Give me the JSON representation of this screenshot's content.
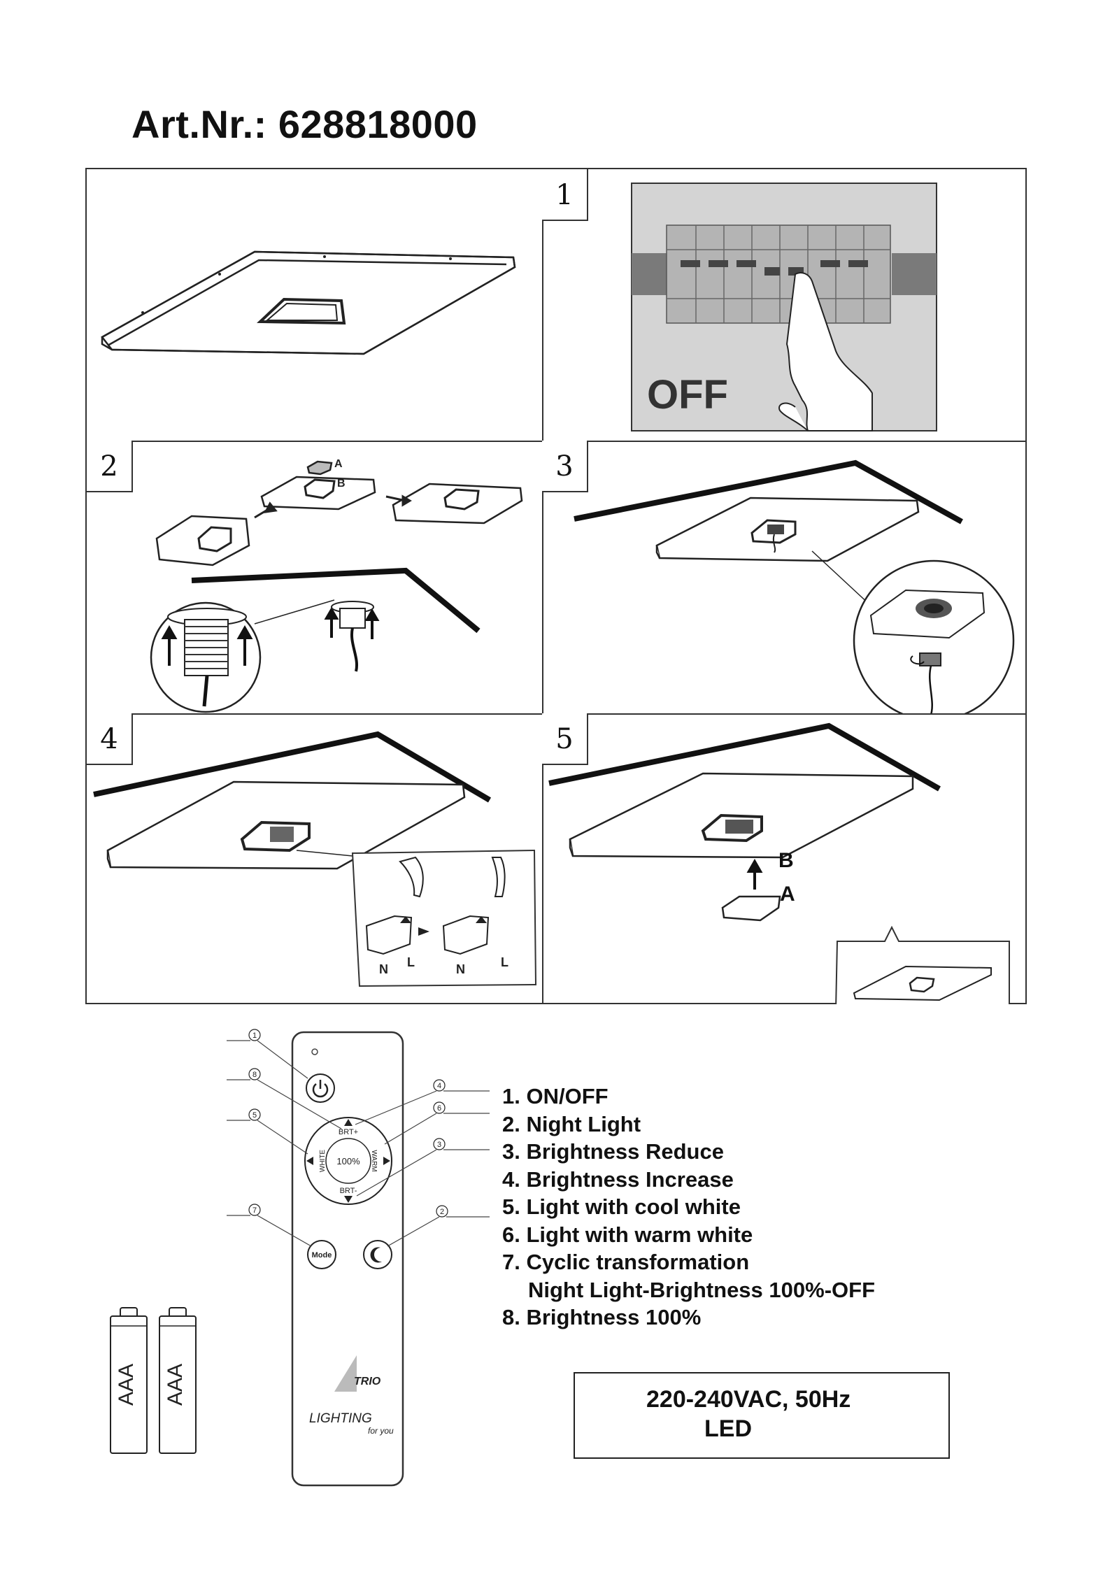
{
  "header": {
    "title": "Art.Nr.: 628818000"
  },
  "steps": [
    {
      "number": "1",
      "label": "OFF"
    },
    {
      "number": "2",
      "callouts": [
        "A",
        "B"
      ]
    },
    {
      "number": "3"
    },
    {
      "number": "4",
      "callouts": [
        "N",
        "L",
        "N",
        "L"
      ]
    },
    {
      "number": "5",
      "callouts": [
        "B",
        "A"
      ]
    }
  ],
  "remote": {
    "callouts": [
      "1",
      "8",
      "5",
      "4",
      "6",
      "3",
      "7",
      "2"
    ],
    "ring": {
      "top": "BRT+",
      "bottom": "BRT-",
      "left": "WHITE",
      "right": "WARM",
      "center": "100%"
    },
    "mode_label": "Mode",
    "brand": {
      "name": "TRIO",
      "tagline": "LIGHTING",
      "script": "for you"
    }
  },
  "batteries": [
    {
      "label": "AAA"
    },
    {
      "label": "AAA"
    }
  ],
  "legend": [
    "1. ON/OFF",
    "2. Night Light",
    "3. Brightness Reduce",
    "4. Brightness Increase",
    "5. Light with cool white",
    "6. Light with warm white",
    "7. Cyclic transformation",
    "Night Light-Brightness 100%-OFF",
    "8. Brightness 100%"
  ],
  "spec": {
    "voltage": "220-240VAC, 50Hz",
    "type": "LED"
  }
}
